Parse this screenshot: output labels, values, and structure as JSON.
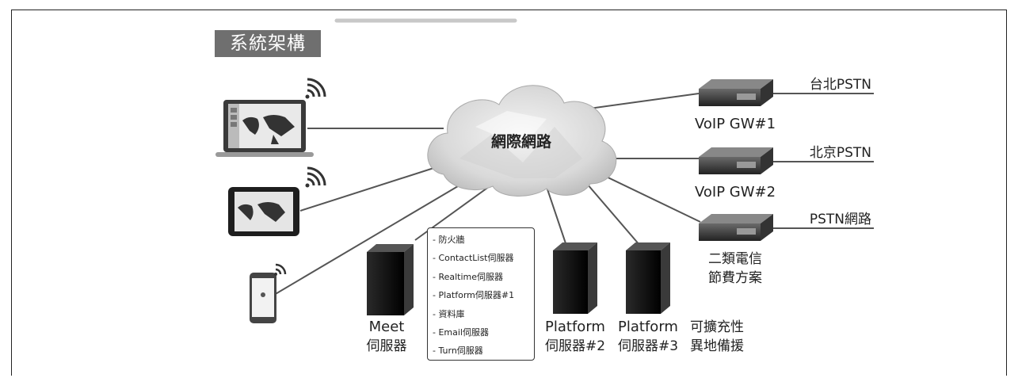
{
  "title": "系統架構",
  "cloud_label": "網際網路",
  "servers": {
    "meet": {
      "line1": "Meet",
      "line2": "伺服器"
    },
    "platform2": {
      "line1": "Platform",
      "line2": "伺服器#2"
    },
    "platform3": {
      "line1": "Platform",
      "line2": "伺服器#3"
    },
    "scalable": {
      "line1": "可擴充性",
      "line2": "異地備援"
    }
  },
  "meet_components": [
    "防火牆",
    "ContactList伺服器",
    "Realtime伺服器",
    "Platform伺服器#1",
    "資料庫",
    "Email伺服器",
    "Turn伺服器"
  ],
  "gateways": {
    "gw1": {
      "label": "VoIP GW#1",
      "line": "台北PSTN"
    },
    "gw2": {
      "label": "VoIP GW#2",
      "line": "北京PSTN"
    },
    "gw3": {
      "label_line1": "二類電信",
      "label_line2": "節費方案",
      "line": "PSTN網路"
    }
  }
}
